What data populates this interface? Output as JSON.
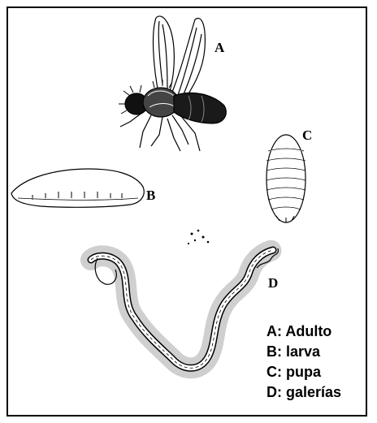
{
  "labels": {
    "adult": "A",
    "larva": "B",
    "pupa": "C",
    "mines": "D"
  },
  "legend": [
    "A: Adulto",
    "B: larva",
    "C: pupa",
    "D: galerías"
  ],
  "colors": {
    "ink": "#000000",
    "paper": "#ffffff"
  }
}
